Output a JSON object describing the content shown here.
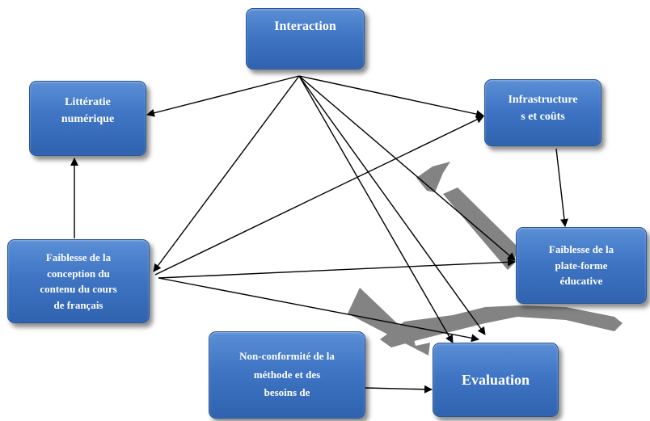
{
  "nodes": {
    "interaction": "Interaction",
    "litteratie": "Littératie\nnumérique",
    "infrastructures": "Infrastructure\ns et coûts",
    "faiblesse_contenu": "Faiblesse de la\nconception du\ncontenu du cours\nde français",
    "faiblesse_plateforme": "Faiblesse de la\nplate-forme\néducative",
    "non_conformite": "Non-conformité de la\nméthode et des\nbesoins de",
    "evaluation": "Evaluation"
  },
  "colors": {
    "node_fill": "#3f75c4",
    "node_text": "#ffffff",
    "arrow": "#000000",
    "watermark": "#7a7a7a"
  }
}
